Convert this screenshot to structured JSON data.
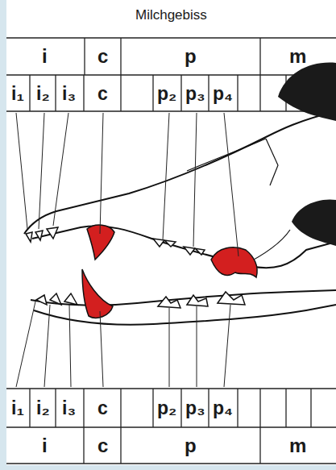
{
  "diagram": {
    "title": "Milchgebiss",
    "labels": [
      "i",
      "c",
      "p",
      "m",
      "i₁",
      "i₂",
      "i₃",
      "c",
      "p₂",
      "p₃",
      "p₄",
      "i₁",
      "i₂",
      "i₃",
      "c",
      "p₂",
      "p₃",
      "p₄",
      "i",
      "c",
      "p",
      "m"
    ]
  }
}
